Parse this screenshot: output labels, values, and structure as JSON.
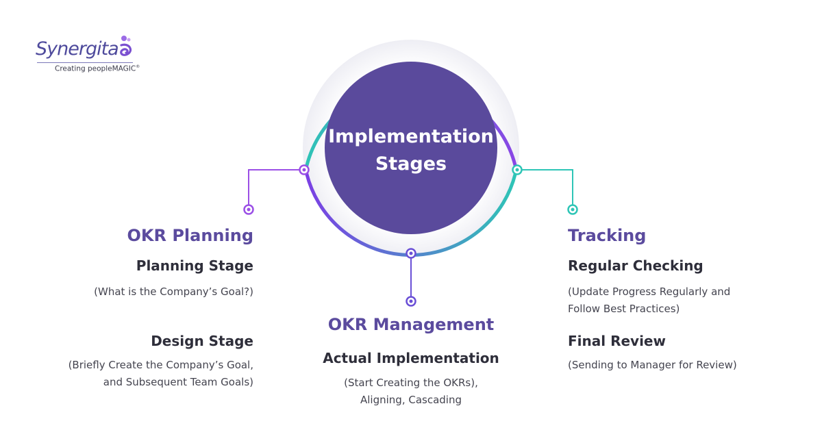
{
  "brand": {
    "name": "Synergita",
    "tagline": "Creating peopleMAGIC",
    "trademark": "®"
  },
  "center": {
    "title_line1": "Implementation",
    "title_line2": "Stages",
    "fill_color": "#5a4a9c",
    "ring_gradient": [
      "#2ec5b6",
      "#7b3fe4"
    ]
  },
  "sections": {
    "planning": {
      "heading": "OKR Planning",
      "connector_color": "#9b4fe6",
      "stages": [
        {
          "title": "Planning Stage",
          "desc_lines": [
            "(What is the Company’s Goal?)"
          ]
        },
        {
          "title": "Design Stage",
          "desc_lines": [
            "(Briefly Create the Company’s Goal,",
            "and Subsequent Team Goals)"
          ]
        }
      ]
    },
    "management": {
      "heading": "OKR Management",
      "connector_color": "#6a4fd6",
      "stages": [
        {
          "title": "Actual Implementation",
          "desc_lines": [
            "(Start Creating the OKRs),",
            "Aligning, Cascading"
          ]
        }
      ]
    },
    "tracking": {
      "heading": "Tracking",
      "connector_color": "#2ec5b6",
      "stages": [
        {
          "title": "Regular Checking",
          "desc_lines": [
            "(Update Progress Regularly and",
            "Follow Best Practices)"
          ]
        },
        {
          "title": "Final Review",
          "desc_lines": [
            "(Sending to Manager for Review)"
          ]
        }
      ]
    }
  }
}
